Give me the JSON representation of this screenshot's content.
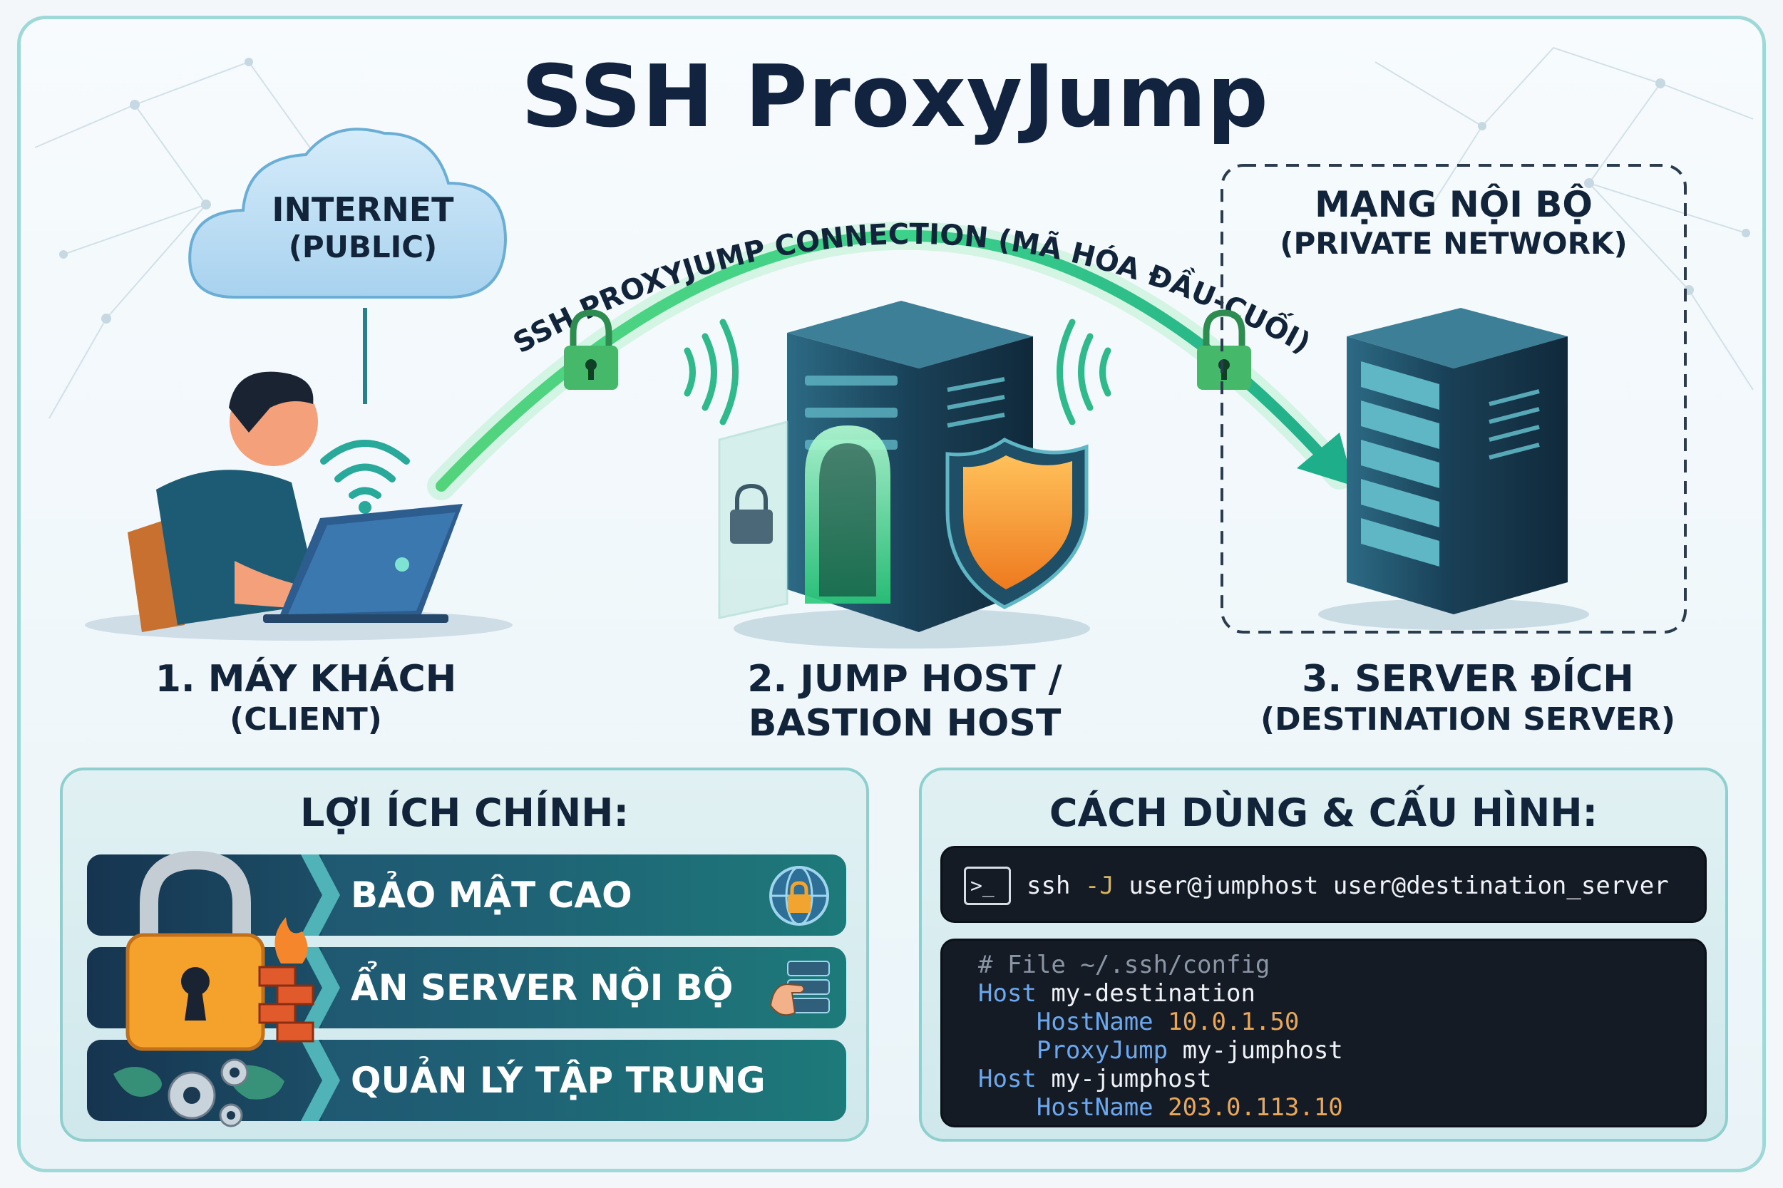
{
  "title": "SSH ProxyJump",
  "arc_label": "SSH PROXYJUMP CONNECTION (MÃ HÓA ĐẦU-CUỐI)",
  "cloud": {
    "line1": "INTERNET",
    "line2": "(PUBLIC)"
  },
  "private_network": {
    "line1": "MẠNG NỘI BỘ",
    "line2": "(PRIVATE NETWORK)"
  },
  "nodes": [
    {
      "title": "1. MÁY KHÁCH",
      "subtitle": "(CLIENT)"
    },
    {
      "title": "2. JUMP HOST /",
      "subtitle": "BASTION HOST"
    },
    {
      "title": "3. SERVER ĐÍCH",
      "subtitle": "(DESTINATION SERVER)"
    }
  ],
  "benefits": {
    "title": "LỢI ÍCH CHÍNH:",
    "items": [
      {
        "label": "BẢO MẬT CAO",
        "icon": "globe-lock-icon"
      },
      {
        "label": "ẨN SERVER NỘI BỘ",
        "icon": "hand-server-icon"
      },
      {
        "label": "QUẢN LÝ TẬP TRUNG",
        "icon": "gears-map-icon"
      }
    ]
  },
  "usage": {
    "title": "CÁCH DÙNG & CẤU HÌNH:",
    "command": {
      "prefix": "ssh ",
      "flag": "-J",
      "rest": " user@jumphost user@destination_server"
    },
    "config": {
      "comment": "# File ~/.ssh/config",
      "host1_kw": "Host",
      "host1_val": " my-destination",
      "hostname1_kw": "HostName",
      "hostname1_val": " 10.0.1.50",
      "proxy_kw": "ProxyJump",
      "proxy_val": " my-jumphost",
      "host2_kw": "Host",
      "host2_val": " my-jumphost",
      "hostname2_kw": "HostName",
      "hostname2_val": " 203.0.113.10"
    }
  },
  "colors": {
    "title": "#11233f",
    "arc": "#2fc77a",
    "lock": "#3aa860",
    "shield": "#f39a2a",
    "server": "#1f4f66"
  }
}
